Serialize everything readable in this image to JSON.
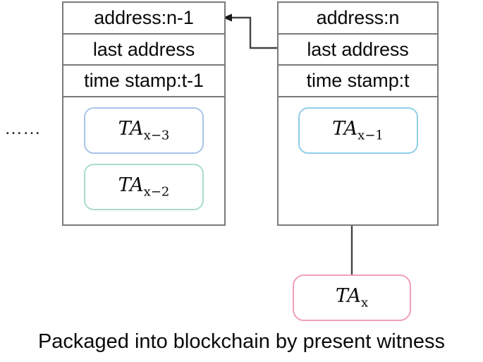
{
  "diagram": {
    "title_caption": "Packaged into blockchain by present witness",
    "ellipsis": "……",
    "colors": {
      "block_border": "#7a7a7a",
      "connector": "#444444",
      "ta_blue": "#a8c4e8",
      "ta_green": "#a9ddc8",
      "ta_cyan": "#8fcfe8",
      "ta_pink": "#f0a0b8",
      "text": "#0a0a0a",
      "background": "#ffffff"
    },
    "blocks": [
      {
        "id": "block-n-1",
        "name": "previous-block",
        "rows": [
          {
            "key": "address",
            "text": "address:n-1"
          },
          {
            "key": "last_address",
            "text": "last address"
          },
          {
            "key": "time_stamp",
            "text": "time stamp:t-1"
          }
        ],
        "transactions": [
          {
            "id": "ta-x-3",
            "base": "TA",
            "sub_op": "−",
            "sub_var": "x",
            "sub_num": "3",
            "label": "TA x-3",
            "border_color": "#a8c4e8"
          },
          {
            "id": "ta-x-2",
            "base": "TA",
            "sub_op": "−",
            "sub_var": "x",
            "sub_num": "2",
            "label": "TA x-2",
            "border_color": "#a9ddc8"
          }
        ]
      },
      {
        "id": "block-n",
        "name": "current-block",
        "rows": [
          {
            "key": "address",
            "text": "address:n"
          },
          {
            "key": "last_address",
            "text": "last address"
          },
          {
            "key": "time_stamp",
            "text": "time stamp:t"
          }
        ],
        "transactions": [
          {
            "id": "ta-x-1",
            "base": "TA",
            "sub_op": "−",
            "sub_var": "x",
            "sub_num": "1",
            "label": "TA x-1",
            "border_color": "#8fcfe8"
          }
        ]
      }
    ],
    "pending_transaction": {
      "id": "ta-x",
      "base": "TA",
      "sub_var": "x",
      "sub_op": "",
      "sub_num": "",
      "label": "TA x",
      "border_color": "#f0a0b8"
    },
    "connectors": [
      {
        "id": "prev-link-arrow",
        "name": "previous-block-link-arrow",
        "from": "block-n.last_address",
        "to": "block-n-1.address",
        "style": "elbow-arrow-left"
      },
      {
        "id": "package-arrow",
        "name": "package-transaction-arrow",
        "from": "pending_transaction",
        "to": "block-n.body",
        "style": "straight-arrow-up"
      }
    ]
  }
}
